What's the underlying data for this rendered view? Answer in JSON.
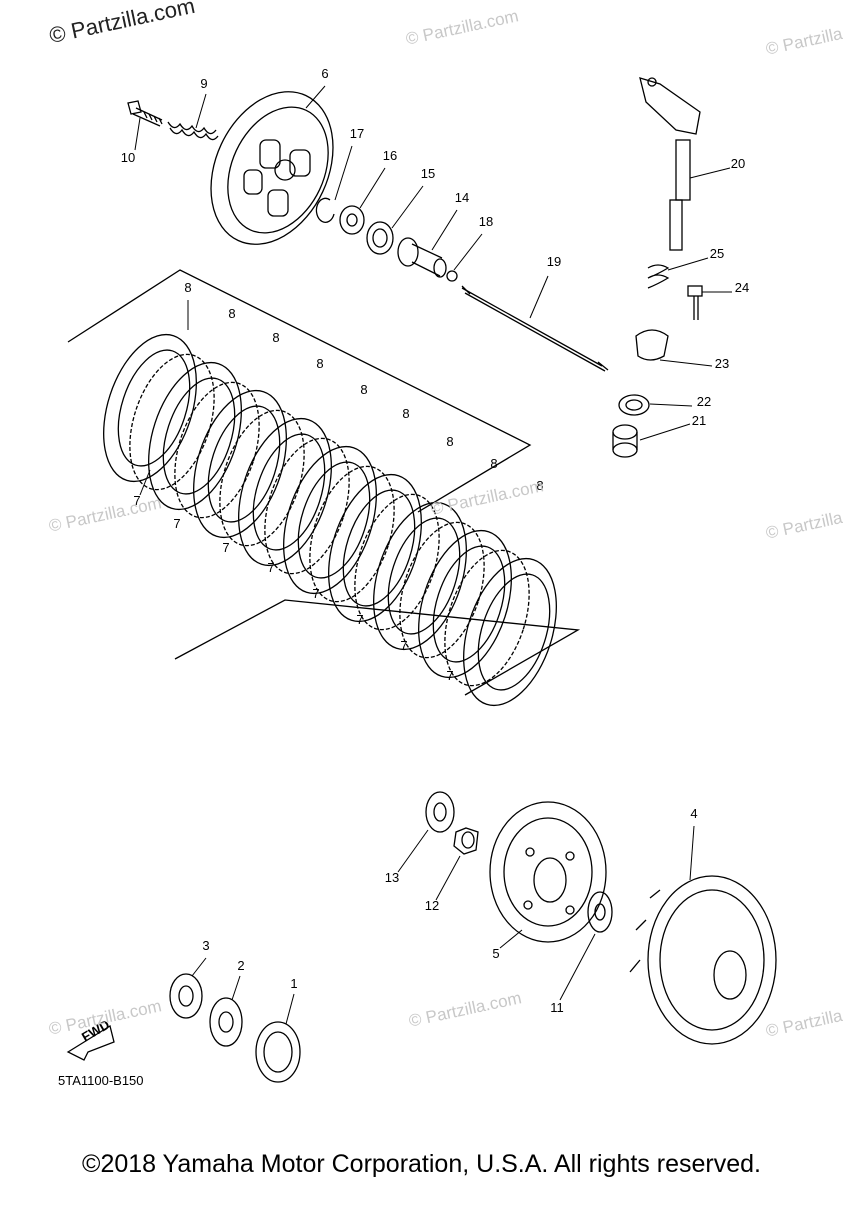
{
  "watermark": "© Partzilla.com",
  "diagram_code": "5TA1100-B150",
  "fwd_label": "FWD",
  "copyright": "©2018 Yamaha Motor Corporation, U.S.A. All rights reserved.",
  "callouts": [
    "1",
    "2",
    "3",
    "4",
    "5",
    "6",
    "7",
    "8",
    "9",
    "10",
    "11",
    "12",
    "13",
    "14",
    "15",
    "16",
    "17",
    "18",
    "19",
    "20",
    "21",
    "22",
    "23",
    "24",
    "25"
  ]
}
